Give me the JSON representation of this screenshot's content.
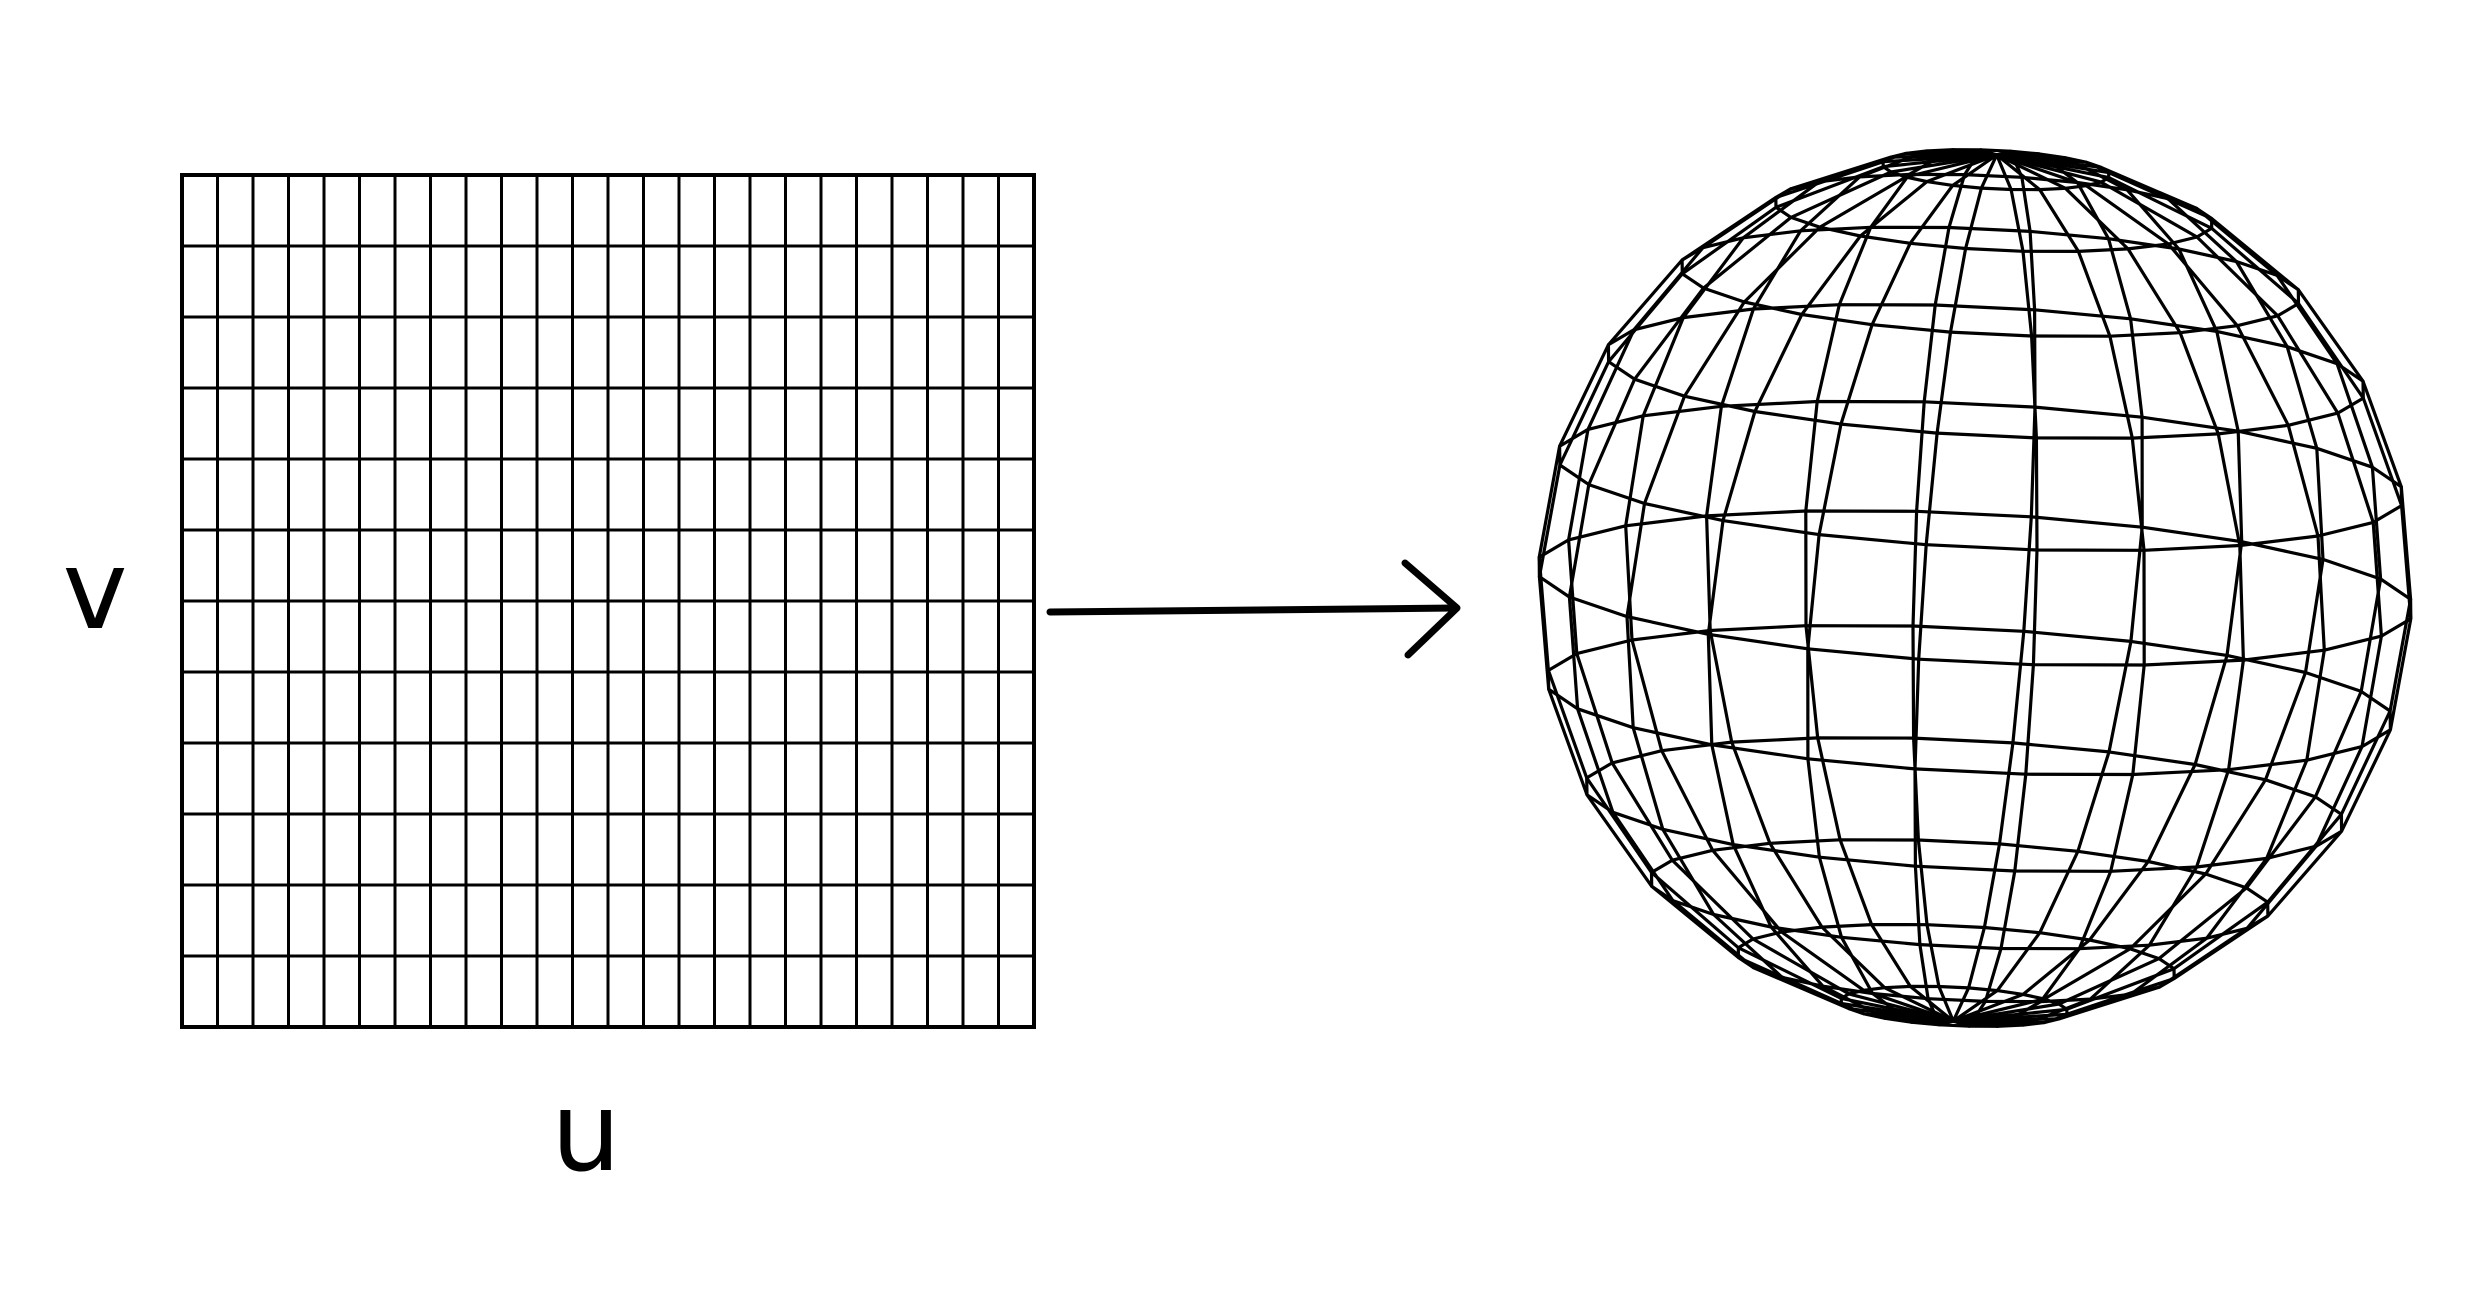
{
  "diagram": {
    "left_label": "v",
    "bottom_label": "u",
    "grid": {
      "columns": 24,
      "rows": 12
    },
    "sphere": {
      "meridians": 24,
      "parallels": 12
    },
    "stroke_color": "#000000",
    "background_color": "#ffffff"
  }
}
